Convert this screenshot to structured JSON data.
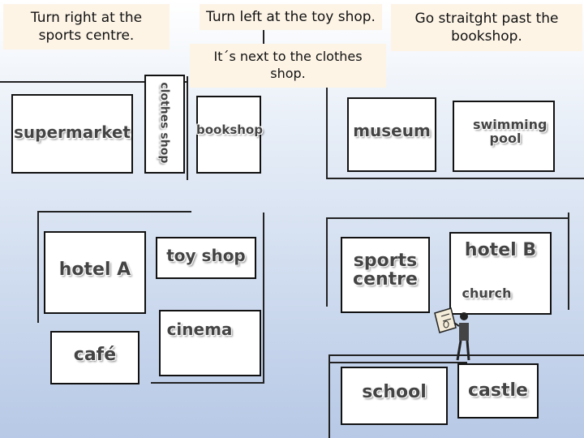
{
  "directions": [
    "Turn right at the sports centre.",
    "Turn left at the toy shop.",
    "Go straitght past the bookshop.",
    "It´s next to the clothes shop."
  ],
  "places": {
    "supermarket": "supermarket",
    "clothes_shop": "clothes shop",
    "bookshop": "bookshop",
    "museum": "museum",
    "swimming_pool": "swimming pool",
    "hotel_a": "hotel A",
    "toy_shop": "toy shop",
    "sports_centre": "sports centre",
    "hotel_b": "hotel B",
    "church": "church",
    "cinema": "cinema",
    "cafe": "café",
    "school": "school",
    "castle": "castle"
  },
  "colors": {
    "label_text": "#444444",
    "note_bg": "#fdf4e6",
    "background_bottom": "#b7c9e6"
  }
}
